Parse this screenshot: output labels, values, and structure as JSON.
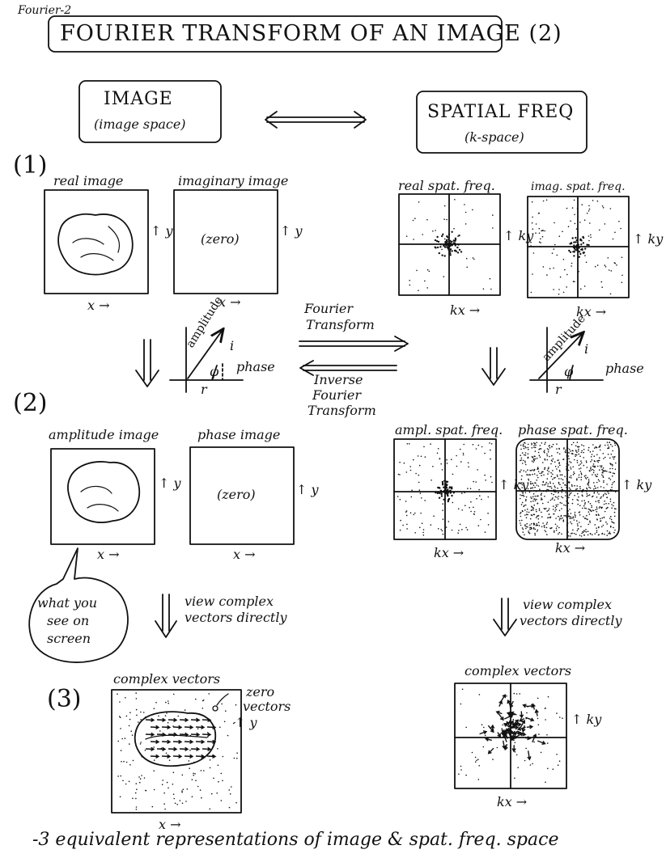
{
  "corner_note": "Fourier-2",
  "title": "FOURIER TRANSFORM OF AN IMAGE (2)",
  "headers": {
    "left_title": "IMAGE",
    "left_sub": "(image space)",
    "right_title": "SPATIAL FREQ",
    "right_sub": "(k-space)"
  },
  "section_numbers": [
    "(1)",
    "(2)",
    "(3)"
  ],
  "row1": {
    "real_image": "real image",
    "imag_image": "imaginary image",
    "zero": "(zero)",
    "real_freq": "real spat. freq.",
    "imag_freq": "imag. spat. freq."
  },
  "row2": {
    "amp_image": "amplitude image",
    "phase_image": "phase image",
    "zero": "(zero)",
    "amp_freq": "ampl. spat. freq.",
    "phase_freq": "phase spat. freq."
  },
  "axes": {
    "x": "x →",
    "y": "↑ y",
    "kx": "kx →",
    "ky": "↑ ky"
  },
  "phasor": {
    "amplitude": "amplitude",
    "i": "i",
    "r": "r",
    "phi": "φ",
    "phase": "phase"
  },
  "transform": {
    "forward": [
      "Fourier",
      "Transform"
    ],
    "inverse": [
      "Inverse",
      "Fourier",
      "Transform"
    ]
  },
  "bubble": [
    "what you",
    "see on",
    "screen"
  ],
  "view_note": [
    "view complex",
    "vectors directly"
  ],
  "complex_vectors": "complex vectors",
  "zero_vectors": [
    "zero",
    "vectors"
  ],
  "footer": "-3 equivalent representations of image & spat. freq. space"
}
